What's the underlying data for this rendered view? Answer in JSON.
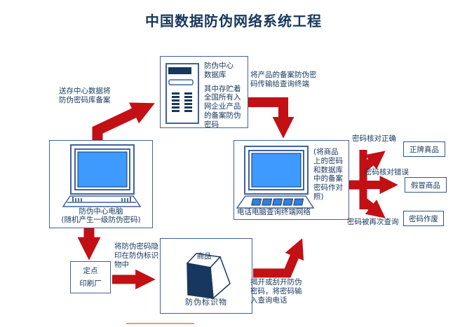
{
  "title": "中国数据防伪网络系统工程",
  "colors": {
    "title_navy": "#17375e",
    "box_border_blue": "#41619d",
    "arrow_red": "#c21014",
    "screen_blue": "#3e9aff",
    "dark_fill_navy": "#17375e"
  },
  "nodes": {
    "database": {
      "name": "防伪中心\n数据库",
      "description": "其中存贮着\n全国所有入\n网企业产品\n的备案防伪\n密码"
    },
    "center_computer": {
      "label": "防伪中心电脑\n(随机产生一级防伪密码)"
    },
    "query_terminal": {
      "label": "电话电脑查询终端网络",
      "note": "(将商品\n上的密码\n和数据库\n中的备案\n密码作对\n照)"
    },
    "print_factory": {
      "line1": "定点",
      "line2": "印刷厂"
    },
    "product": {
      "cube_label": "商品",
      "label": "防伪标识物"
    },
    "result_genuine": {
      "label": "正牌真品"
    },
    "result_fake": {
      "label": "假冒商品"
    },
    "result_invalid": {
      "label": "密码作废"
    }
  },
  "edges": {
    "deposit": "送存中心数据将\n防伪密码库备案",
    "transmit": "将产品的备案防伪密\n码传输给查询终端",
    "hidden_print": "将防伪密码隐\n印在防伪标识\n物中",
    "scratch": "揭开或刮开防伪\n密码，将密码输\n入查询电话",
    "correct": "密码核对正确",
    "wrong": "密码核对错误",
    "requery": "密码被再次查询"
  }
}
